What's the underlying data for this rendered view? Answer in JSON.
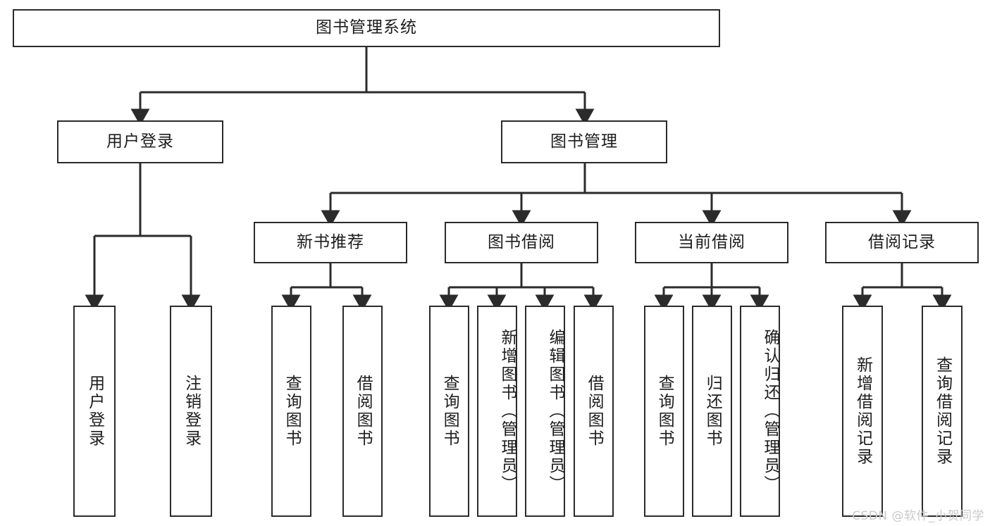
{
  "diagram": {
    "title": "图书管理系统",
    "watermark": "CSDN @软件_小贺同学",
    "stroke_color": "#2b2b2b",
    "background_color": "#ffffff",
    "root": {
      "label": "图书管理系统"
    },
    "level1": [
      {
        "label": "用户登录"
      },
      {
        "label": "图书管理"
      }
    ],
    "level2": [
      {
        "label": "新书推荐"
      },
      {
        "label": "图书借阅"
      },
      {
        "label": "当前借阅"
      },
      {
        "label": "借阅记录"
      }
    ],
    "leaves": {
      "user_login": [
        {
          "label": "用户登录"
        },
        {
          "label": "注销登录"
        }
      ],
      "new_book_recommend": [
        {
          "label": "查询图书"
        },
        {
          "label": "借阅图书"
        }
      ],
      "book_borrow": [
        {
          "label": "查询图书"
        },
        {
          "label": "新增图书（管理员）"
        },
        {
          "label": "编辑图书（管理员）"
        },
        {
          "label": "借阅图书"
        }
      ],
      "current_borrow": [
        {
          "label": "查询图书"
        },
        {
          "label": "归还图书"
        },
        {
          "label": "确认归还（管理员）"
        }
      ],
      "borrow_records": [
        {
          "label": "新增借阅记录"
        },
        {
          "label": "查询借阅记录"
        }
      ]
    }
  }
}
